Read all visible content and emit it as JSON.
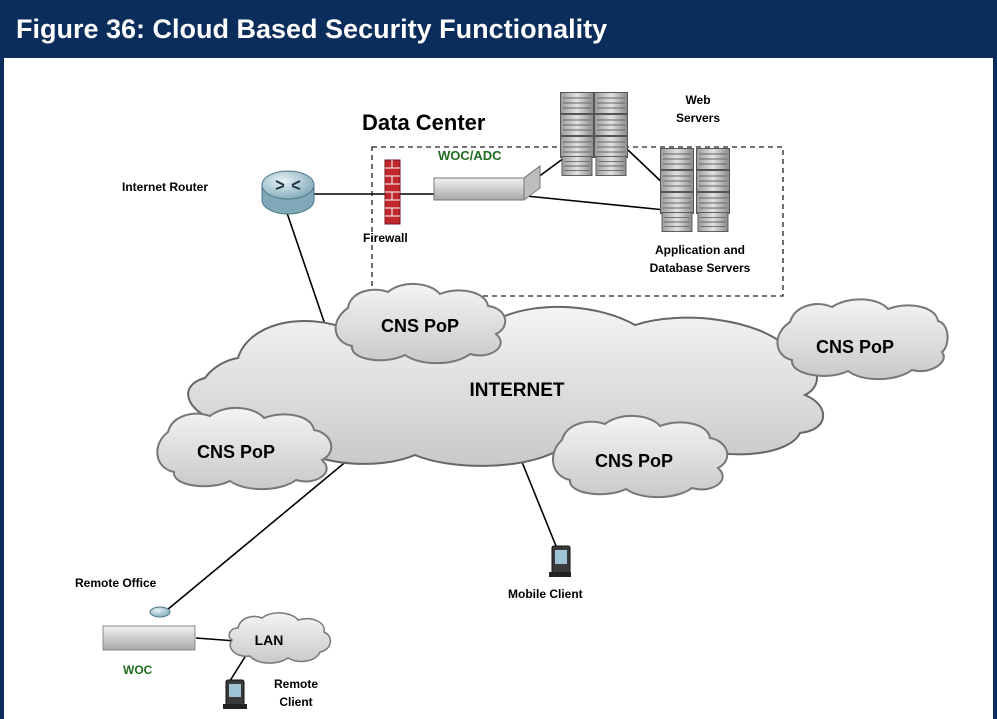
{
  "figure": {
    "title": "Figure 36:  Cloud Based Security Functionality",
    "frame_color": "#0b2d5c",
    "accent_green": "#1f6b1f",
    "firewall_color": "#c0282d"
  },
  "data_center": {
    "title": "Data Center",
    "woc_adc_label": "WOC/ADC",
    "firewall_label": "Firewall",
    "web_servers_label_line1": "Web",
    "web_servers_label_line2": "Servers",
    "app_db_label_line1": "Application and",
    "app_db_label_line2": "Database Servers"
  },
  "internet_router_label": "Internet Router",
  "internet_label": "INTERNET",
  "cns_pops": [
    {
      "label": "CNS PoP"
    },
    {
      "label": "CNS PoP"
    },
    {
      "label": "CNS PoP"
    },
    {
      "label": "CNS PoP"
    }
  ],
  "mobile_client_label": "Mobile Client",
  "remote_office": {
    "label": "Remote Office",
    "woc_label": "WOC",
    "lan_label": "LAN",
    "remote_client_line1": "Remote",
    "remote_client_line2": "Client"
  }
}
